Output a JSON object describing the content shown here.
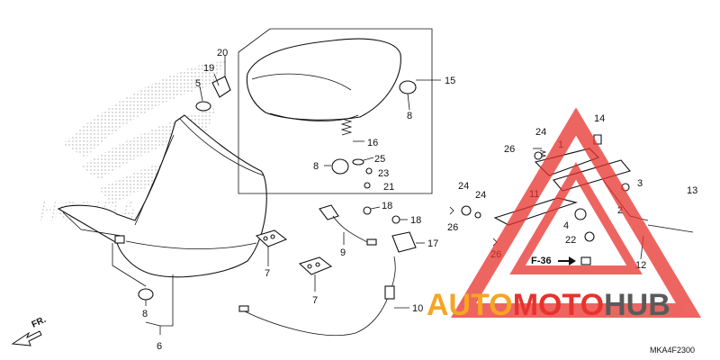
{
  "diagram": {
    "callouts": {
      "c1": "1",
      "c2": "2",
      "c3": "3",
      "c4": "4",
      "c5": "5",
      "c6": "6",
      "c7a": "7",
      "c7b": "7",
      "c8a": "8",
      "c8b": "8",
      "c8c": "8",
      "c9": "9",
      "c10": "10",
      "c11": "11",
      "c12": "12",
      "c13": "13",
      "c14": "14",
      "c15": "15",
      "c16": "16",
      "c17": "17",
      "c18a": "18",
      "c18b": "18",
      "c19": "19",
      "c20": "20",
      "c21": "21",
      "c22": "22",
      "c23": "23",
      "c24a": "24",
      "c24b": "24",
      "c24c": "24",
      "c25": "25",
      "c26a": "26",
      "c26b": "26",
      "c26c": "26"
    },
    "ref_label": "F-36",
    "direction_label": "FR.",
    "diagram_code": "MKA4F2300",
    "background_logo": "HONDA"
  },
  "watermark": {
    "text_auto": "AUTO",
    "text_moto": "MOTO",
    "text_hub": "HUB",
    "color_orange": "#f4a623",
    "color_red": "#e8322d",
    "color_gray": "#5a5a5a"
  }
}
